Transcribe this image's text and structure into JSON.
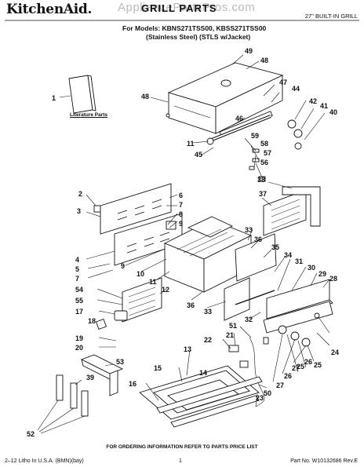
{
  "header": {
    "brand": "KitchenAid.",
    "title": "GRILL PARTS",
    "watermark": "AppliancePartsPros.com",
    "grill_type": "27\" BUILT-IN GRILL",
    "model_label": "For Models: KBNS271TSS00, KBSS271TSS00",
    "finish_label": "(Stainless Steel)  (STLS w/Jacket)"
  },
  "literature_caption": "Literature Parts",
  "callouts": [
    "1",
    "49",
    "48",
    "48",
    "47",
    "44",
    "42",
    "41",
    "40",
    "46",
    "11",
    "45",
    "59",
    "58",
    "57",
    "56",
    "38",
    "2",
    "6",
    "3",
    "7",
    "8",
    "9",
    "37",
    "4",
    "5",
    "7",
    "9",
    "10",
    "11",
    "33",
    "36",
    "35",
    "34",
    "31",
    "30",
    "29",
    "28",
    "54",
    "55",
    "17",
    "12",
    "36",
    "33",
    "32",
    "51",
    "21",
    "22",
    "19",
    "20",
    "13",
    "15",
    "16",
    "53",
    "39",
    "52",
    "27",
    "26",
    "25",
    "24",
    "27",
    "26",
    "25",
    "23",
    "50",
    "14",
    "18"
  ],
  "footer": {
    "order_note": "FOR ORDERING INFORMATION REFER TO PARTS PRICE LIST",
    "litho": "2–12 Litho In U.S.A. (BMN)(bay)",
    "page": "1",
    "part_number": "Part No. W10132686 Rev.E"
  }
}
